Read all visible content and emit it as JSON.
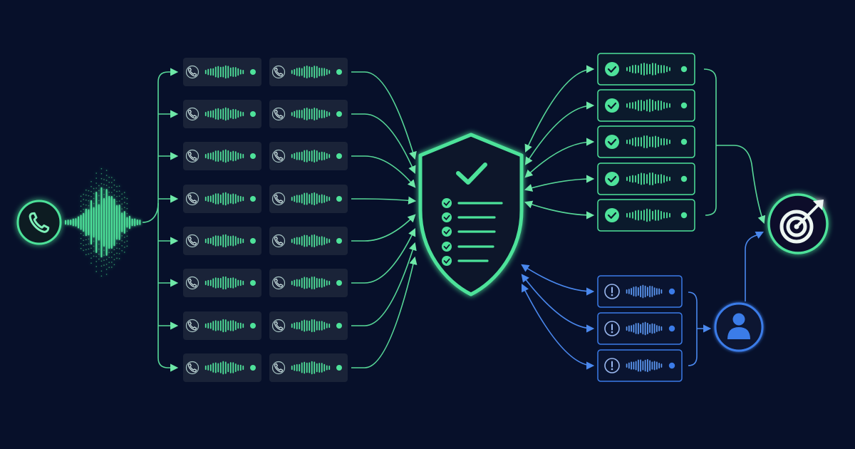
{
  "colors": {
    "background": "#07102a",
    "green": "#4ee29a",
    "green_soft": "#7ff0b8",
    "blue": "#3b7be8",
    "blue_soft": "#5a95f0",
    "card_fill": "#1a2338",
    "card_border_green": "#4ee29a",
    "card_border_blue": "#3b7be8"
  },
  "nodes": {
    "source": {
      "icon": "phone-icon"
    },
    "segments": {
      "columns": 2,
      "rows": 8,
      "icon": "phone-icon",
      "content": "audio-waveform"
    },
    "verifier": {
      "icon": "shield-checklist-icon"
    },
    "approved": {
      "count": 5,
      "icon": "check-circle-icon",
      "content": "audio-waveform"
    },
    "flagged": {
      "count": 3,
      "icon": "exclamation-circle-icon",
      "content": "audio-waveform"
    },
    "reviewer": {
      "icon": "user-icon"
    },
    "target": {
      "icon": "target-arrow-icon"
    }
  }
}
